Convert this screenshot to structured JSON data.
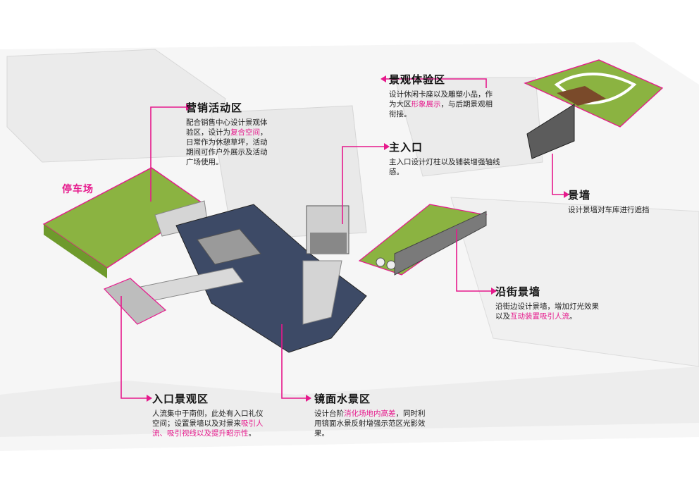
{
  "colors": {
    "accent": "#e6198c",
    "lawn": "#8bb341",
    "lawn_dark": "#6e9a2c",
    "plaza": "#3d4a66",
    "paving": "#d9d9d9",
    "building": "#ececec",
    "road": "#f3f3f3"
  },
  "labels": {
    "parking": "停车场"
  },
  "callouts": {
    "marketing": {
      "title": "营销活动区",
      "desc_a": "配合销售中心设计景观体验区，设计为",
      "desc_hl1": "复合空间",
      "desc_b": "，日常作为休憩草坪，活动期间可作户外展示及活动广场使用。"
    },
    "landscape_experience": {
      "title": "景观体验区",
      "desc_a": "设计休闲卡座以及雕塑小品，作为大区",
      "desc_hl1": "形象展示",
      "desc_b": "，与后期景观相衔接。"
    },
    "main_entrance": {
      "title": "主入口",
      "desc_a": "主入口设计灯柱以及铺装增强轴线感。"
    },
    "landscape_wall": {
      "title": "景墙",
      "desc_a": "设计景墙对车库进行遮挡"
    },
    "street_wall": {
      "title": "沿街景墙",
      "desc_a": "沿街边设计景墙，增加灯光效果以及",
      "desc_hl1": "互动装置吸引人流",
      "desc_b": "。"
    },
    "entrance_landscape": {
      "title": "入口景观区",
      "desc_a": "人流集中于南侧，此处有入口礼仪空间；设置景墙以及对景来",
      "desc_hl1": "吸引人流、吸引视线以及提升昭示性",
      "desc_b": "。"
    },
    "mirror_water": {
      "title": "镜面水景区",
      "desc_a": "设计台阶",
      "desc_hl1": "消化场地内高差",
      "desc_b": "，同时利用镜面水景反射增强示范区光影效果。"
    }
  }
}
